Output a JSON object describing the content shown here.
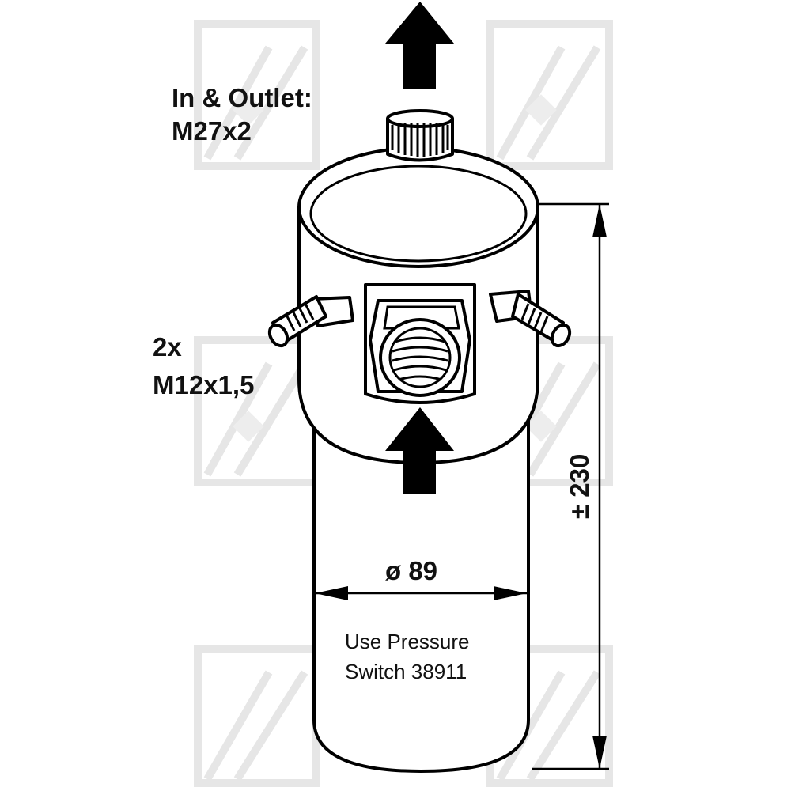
{
  "labels": {
    "inlet_line1": "In & Outlet:",
    "inlet_line2": "M27x2",
    "side_ports_line1": "2x",
    "side_ports_line2": "M12x1,5",
    "diameter": "ø 89",
    "height": "± 230",
    "note_line1": "Use Pressure",
    "note_line2": "Switch 38911"
  },
  "colors": {
    "line": "#000000",
    "watermark": "#e6e6e6",
    "background": "#ffffff"
  }
}
